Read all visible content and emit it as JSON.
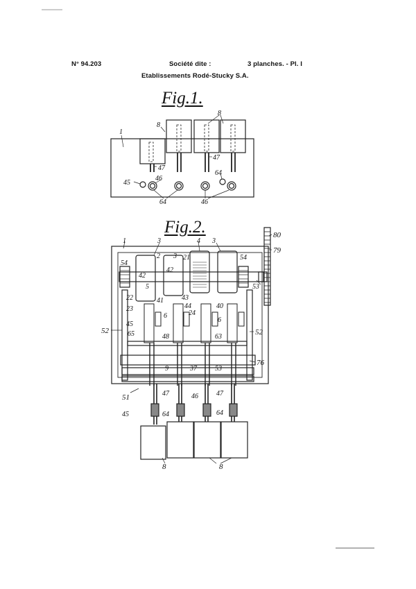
{
  "header": {
    "patent_number": "N° 94.203",
    "company_prefix": "Société dite :",
    "company_name": "Etablissements Rodé-Stucky S.A.",
    "sheets": "3 planches. - Pl. I"
  },
  "figures": [
    {
      "title": "Fig.1.",
      "labels": [
        "1",
        "8",
        "8",
        "47",
        "47",
        "45",
        "46",
        "64",
        "64",
        "46"
      ]
    },
    {
      "title": "Fig.2.",
      "labels": [
        "1",
        "3",
        "3",
        "3",
        "2",
        "4",
        "54",
        "54",
        "42",
        "42",
        "5",
        "21",
        "22",
        "40",
        "41",
        "43",
        "44",
        "23",
        "24",
        "6",
        "6",
        "45",
        "52",
        "52",
        "65",
        "63",
        "48",
        "9",
        "37",
        "53",
        "76",
        "51",
        "47",
        "46",
        "47",
        "45",
        "64",
        "64",
        "8",
        "8",
        "80",
        "79",
        "53"
      ]
    }
  ]
}
